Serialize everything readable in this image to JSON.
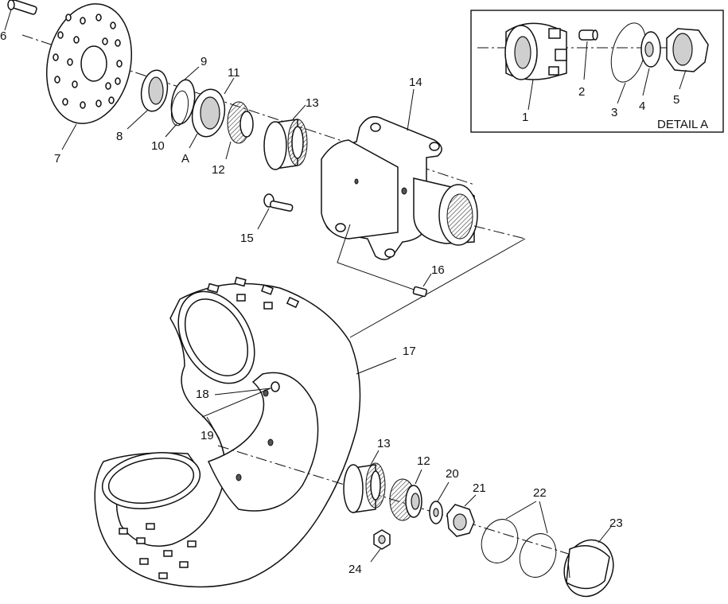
{
  "diagram": {
    "detail_box": {
      "title": "DETAIL A",
      "callouts": [
        "1",
        "2",
        "3",
        "4",
        "5"
      ]
    },
    "callouts": {
      "c6": "6",
      "c7": "7",
      "c8": "8",
      "c9": "9",
      "c10": "10",
      "c11": "11",
      "cA": "A",
      "c12_top": "12",
      "c13_top": "13",
      "c14": "14",
      "c15": "15",
      "c16": "16",
      "c17": "17",
      "c18": "18",
      "c19": "19",
      "c13_bottom": "13",
      "c12_bottom": "12",
      "c20": "20",
      "c21": "21",
      "c22": "22",
      "c23": "23",
      "c24": "24"
    }
  }
}
